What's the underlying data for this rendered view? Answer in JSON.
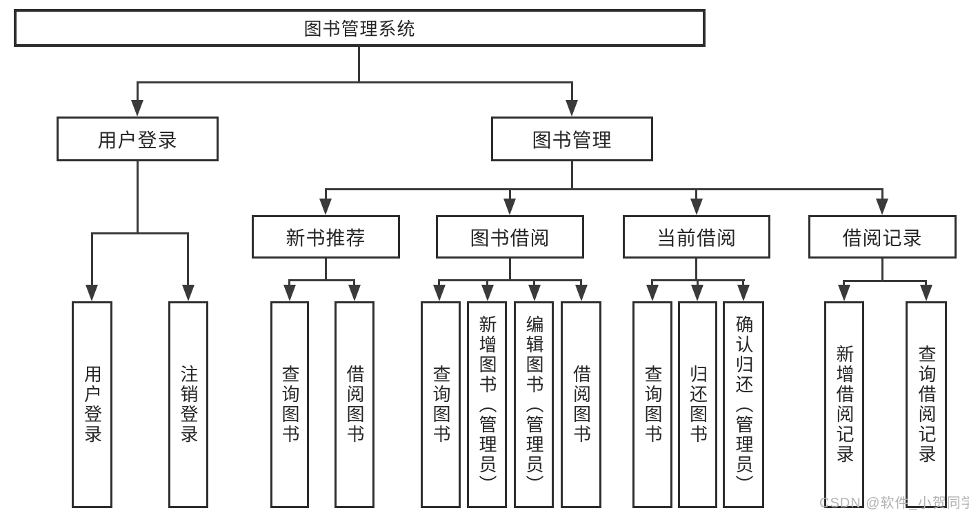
{
  "tree": {
    "label": "图书管理系统",
    "children": [
      {
        "label": "用户登录",
        "children": [
          {
            "label": "用户登录"
          },
          {
            "label": "注销登录"
          }
        ]
      },
      {
        "label": "图书管理",
        "children": [
          {
            "label": "新书推荐",
            "children": [
              {
                "label": "查询图书"
              },
              {
                "label": "借阅图书"
              }
            ]
          },
          {
            "label": "图书借阅",
            "children": [
              {
                "label": "查询图书"
              },
              {
                "label": "新增图书（管理员）"
              },
              {
                "label": "编辑图书（管理员）"
              },
              {
                "label": "借阅图书"
              }
            ]
          },
          {
            "label": "当前借阅",
            "children": [
              {
                "label": "查询图书"
              },
              {
                "label": "归还图书"
              },
              {
                "label": "确认归还（管理员）"
              }
            ]
          },
          {
            "label": "借阅记录",
            "children": [
              {
                "label": "新增借阅记录"
              },
              {
                "label": "查询借阅记录"
              }
            ]
          }
        ]
      }
    ]
  },
  "watermark": {
    "text": "CSDN @软件_小贺同学"
  },
  "colors": {
    "line": "#3a3a3a",
    "box_border": "#2e2e2e",
    "text": "#262626",
    "background": "#ffffff",
    "watermark": "#b3b3b3"
  }
}
